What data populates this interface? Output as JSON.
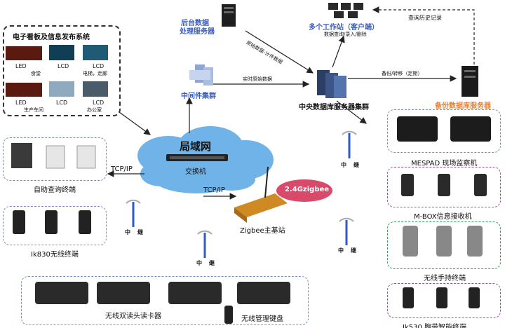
{
  "display_group": {
    "title": "电子看板及信息发布系统",
    "items": [
      {
        "type": "LED",
        "caption": "食堂"
      },
      {
        "type": "LCD",
        "caption": ""
      },
      {
        "type": "LCD",
        "caption": "电梯，走廊"
      },
      {
        "type": "LED",
        "caption": "生产车间"
      },
      {
        "type": "LCD",
        "caption": ""
      },
      {
        "type": "LCD",
        "caption": "办公室"
      }
    ]
  },
  "backend_server": {
    "line1": "后台数据",
    "line2": "处理服务器"
  },
  "middleware": {
    "label": "中间件集群"
  },
  "central_db": {
    "label": "中央数据库服务器集群"
  },
  "workstation": {
    "label": "多个工作站（客户端）",
    "sub": "数据查询/录入/删除"
  },
  "backup": {
    "label": "备份数据库服务器"
  },
  "edges": {
    "raw_calc": "原始数据-计件数据",
    "realtime": "实时原始数据",
    "backup_transfer": "备份/转移（定期）",
    "history": "查询历史记录",
    "tcpip_left": "TCP/IP",
    "tcpip_zigbee": "TCP/IP"
  },
  "lan": {
    "title": "局域网",
    "switch": "交换机"
  },
  "zigbee": {
    "station": "Zigbee主基站",
    "bubble": "2.4Gzigbee"
  },
  "relay": {
    "line1": "中",
    "line2": "继"
  },
  "left_groups": {
    "self_query": "自助查询终端",
    "ik830": "Ik830无线终端",
    "reader": "无线双读头读卡器",
    "keyboard": "无线管理键盘"
  },
  "right_groups": {
    "mespad": "MESPAD 现场监察机",
    "mbox": "M-BOX信息接收机",
    "handheld": "无线手持终端",
    "ik530": "Ik530  腕带智能终端"
  },
  "colors": {
    "accent_blue": "#3a5dbd",
    "backup_orange": "#e8823a",
    "cloud": "#6fb3e8",
    "zigbee_bubble": "#d94a6a"
  }
}
